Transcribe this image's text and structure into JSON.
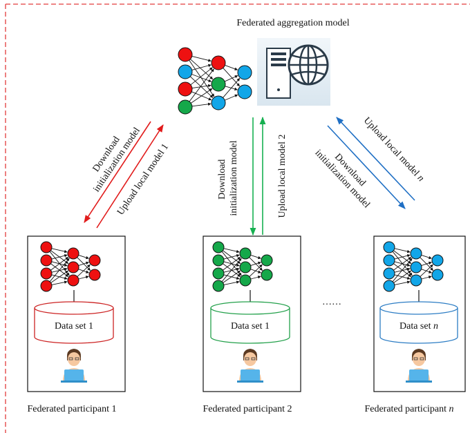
{
  "server": {
    "title": "Federated aggregation model",
    "icon": "server-globe-icon"
  },
  "colors": {
    "border": "#e23b3b",
    "red": "#ee1111",
    "blue": "#12a6e8",
    "green": "#15a84a",
    "link_red": "#e11b1b",
    "link_green": "#16b050",
    "link_blue": "#1f6fc4",
    "db_red": "#cc2222",
    "db_green": "#22a04a",
    "db_blue": "#2b7cc4",
    "laptop": "#55b4ea"
  },
  "links": [
    {
      "download_line1": "Download",
      "download_line2": "initialization model",
      "upload_prefix": "Upload local model ",
      "upload_n": "1"
    },
    {
      "download_line1": "Download",
      "download_line2": "initialization model",
      "upload_prefix": "Upload local model ",
      "upload_n": "2"
    },
    {
      "download_line1": "Download",
      "download_line2": "initialization model",
      "upload_prefix": "Upload local model ",
      "upload_n": "n"
    }
  ],
  "participants": [
    {
      "dataset_prefix": "Data set ",
      "dataset_n": "1",
      "label_prefix": "Federated participant ",
      "label_n": "1"
    },
    {
      "dataset_prefix": "Data set ",
      "dataset_n": "1",
      "label_prefix": "Federated participant ",
      "label_n": "2"
    },
    {
      "dataset_prefix": "Data set ",
      "dataset_n": "n",
      "label_prefix": "Federated participant ",
      "label_n": "n"
    }
  ],
  "ellipsis": "……"
}
